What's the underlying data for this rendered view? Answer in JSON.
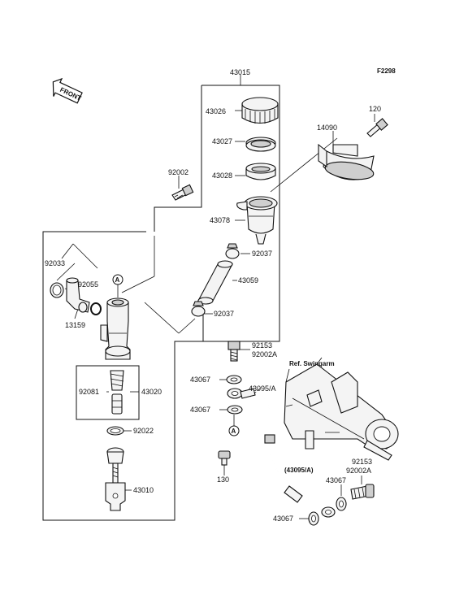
{
  "figure_code": "F2298",
  "front_marker": "FRONT",
  "ref_label": "Ref. Swingarm",
  "labels": {
    "p43015": "43015",
    "p43026": "43026",
    "p43027": "43027",
    "p43028": "43028",
    "p43078": "43078",
    "p92002": "92002",
    "p120": "120",
    "p14090": "14090",
    "p92037a": "92037",
    "p43059": "43059",
    "p92037b": "92037",
    "p92033": "92033",
    "p92055": "92055",
    "p13159": "13159",
    "p92081": "92081",
    "p43020": "43020",
    "p92022": "92022",
    "p43010": "43010",
    "p92153a": "92153",
    "p92002Aa": "92002A",
    "p43067a": "43067",
    "p43095A": "43095/A",
    "p43067b": "43067",
    "p130": "130",
    "p43095Ab": "(43095/A)",
    "p92153b": "92153",
    "p92002Ab": "92002A",
    "p43067c": "43067",
    "p43067d": "43067"
  },
  "markers": {
    "circle_a1": "A",
    "circle_a2": "A"
  }
}
